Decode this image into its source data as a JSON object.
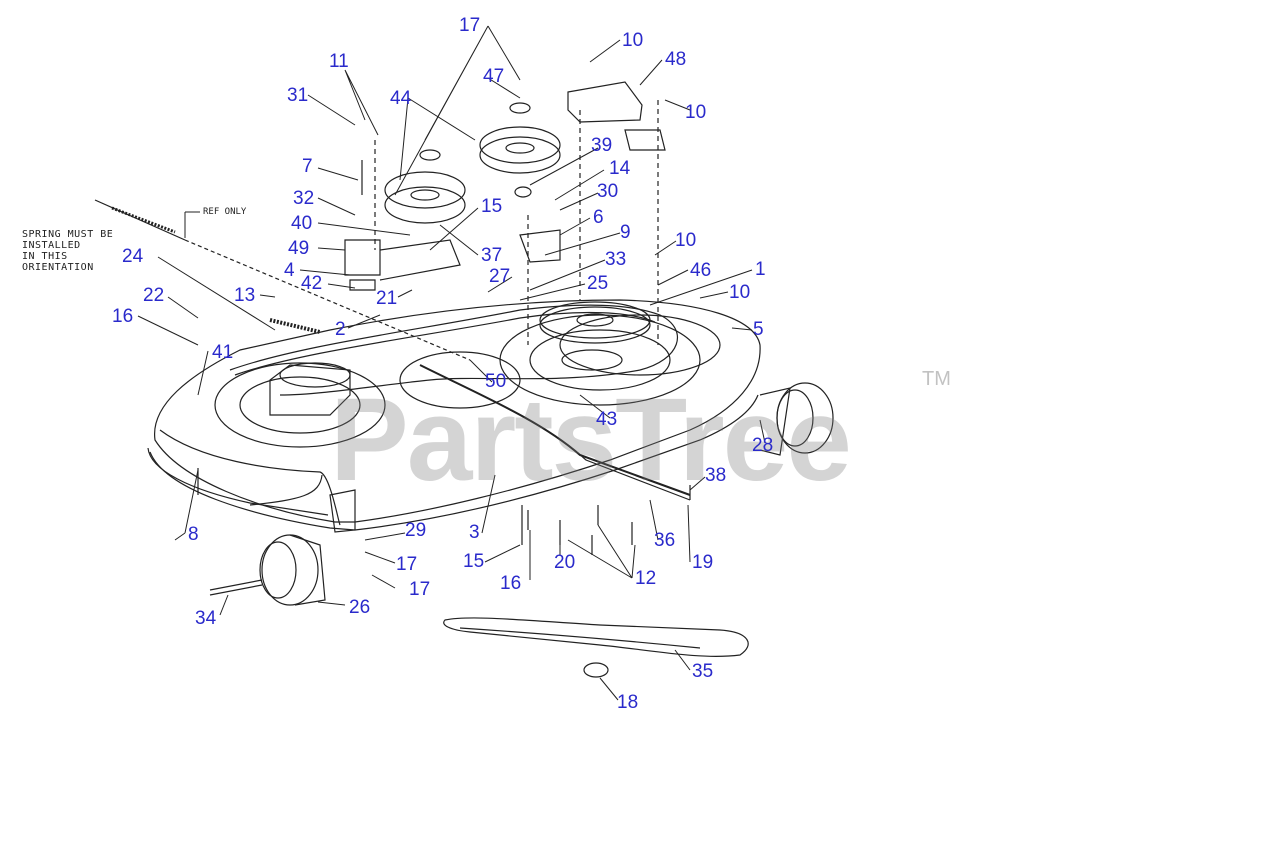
{
  "note": {
    "text": "SPRING MUST BE\nINSTALLED\nIN THIS\nORIENTATION",
    "ref_label": "REF ONLY"
  },
  "watermark": {
    "text": "PartsTree",
    "tm": "TM"
  },
  "colors": {
    "callout": "#2a2acb",
    "line": "#222222",
    "watermark": "#8c8c8c"
  },
  "callouts": [
    "17",
    "10",
    "48",
    "47",
    "11",
    "31",
    "44",
    "10",
    "39",
    "14",
    "7",
    "30",
    "32",
    "6",
    "15",
    "40",
    "9",
    "37",
    "10",
    "49",
    "33",
    "46",
    "1",
    "4",
    "42",
    "27",
    "24",
    "25",
    "10",
    "22",
    "13",
    "21",
    "2",
    "5",
    "16",
    "41",
    "50",
    "43",
    "28",
    "38",
    "8",
    "29",
    "3",
    "15",
    "36",
    "17",
    "20",
    "19",
    "16",
    "12",
    "17",
    "34",
    "26",
    "35",
    "18"
  ]
}
